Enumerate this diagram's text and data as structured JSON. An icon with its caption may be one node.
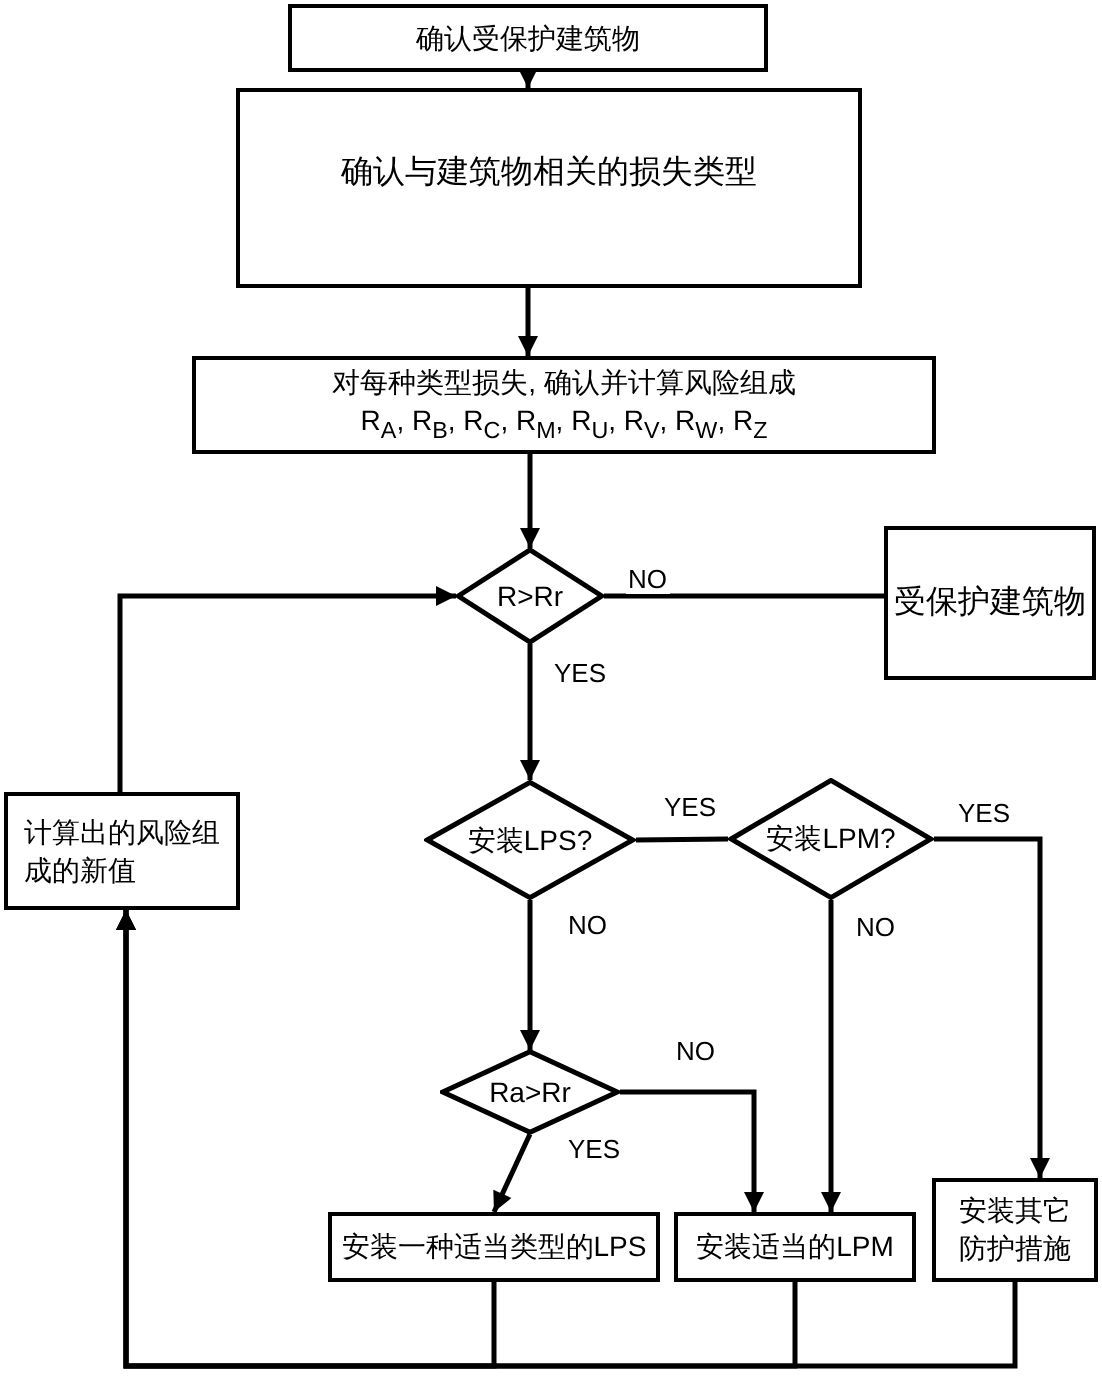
{
  "diagram": {
    "nodes": [
      {
        "text": [
          "确认受保护建筑物"
        ]
      },
      {
        "text": [
          "确认与建筑物相关的损失类型"
        ]
      },
      {
        "text": [
          "对每种类型损失, 确认并计算风险组成",
          "R$_{A}$, R$_{B}$, R$_{C}$, R$_{M}$, R$_{U}$, R$_{V}$, R$_{W}$, R$_{Z}$"
        ]
      },
      {
        "text": [
          "R>Rr"
        ]
      },
      {
        "text": [
          "受保护建筑物"
        ]
      },
      {
        "text": [
          "计算出的风险组成的新值"
        ]
      },
      {
        "text": [
          "安装LPS?"
        ]
      },
      {
        "text": [
          "安装LPM?"
        ]
      },
      {
        "text": [
          "Ra>Rr"
        ]
      },
      {
        "text": [
          "安装一种适当类型的LPS"
        ]
      },
      {
        "text": [
          "安装适当的LPM"
        ]
      },
      {
        "text": [
          "安装其它防护措施"
        ]
      }
    ],
    "edges": [
      {
        "from": 0,
        "to": 1,
        "arrow": "to"
      },
      {
        "from": 1,
        "to": 2,
        "arrow": "to"
      },
      {
        "from": 2,
        "to": 3,
        "arrow": "to"
      },
      {
        "from": 3,
        "to": 4,
        "arrow": "none",
        "label": "NO"
      },
      {
        "from": 3,
        "to": 6,
        "arrow": "to",
        "label": "YES"
      },
      {
        "from": 6,
        "to": 7,
        "arrow": "none",
        "label": "YES"
      },
      {
        "from": 7,
        "to": 11,
        "arrow": "to",
        "label": "YES"
      },
      {
        "from": 7,
        "to": 10,
        "arrow": "to",
        "label": "NO"
      },
      {
        "from": 6,
        "to": 8,
        "arrow": "to",
        "label": "NO"
      },
      {
        "from": 8,
        "to": 9,
        "arrow": "to",
        "label": "YES"
      },
      {
        "from": 8,
        "to": 10,
        "arrow": "to",
        "label": "NO"
      },
      {
        "from": 9,
        "to": 5,
        "arrow": "to"
      },
      {
        "from": 10,
        "to": 5,
        "arrow": "to"
      },
      {
        "from": 11,
        "to": 5,
        "arrow": "to"
      },
      {
        "from": 5,
        "to": 3,
        "arrow": "to"
      }
    ]
  }
}
